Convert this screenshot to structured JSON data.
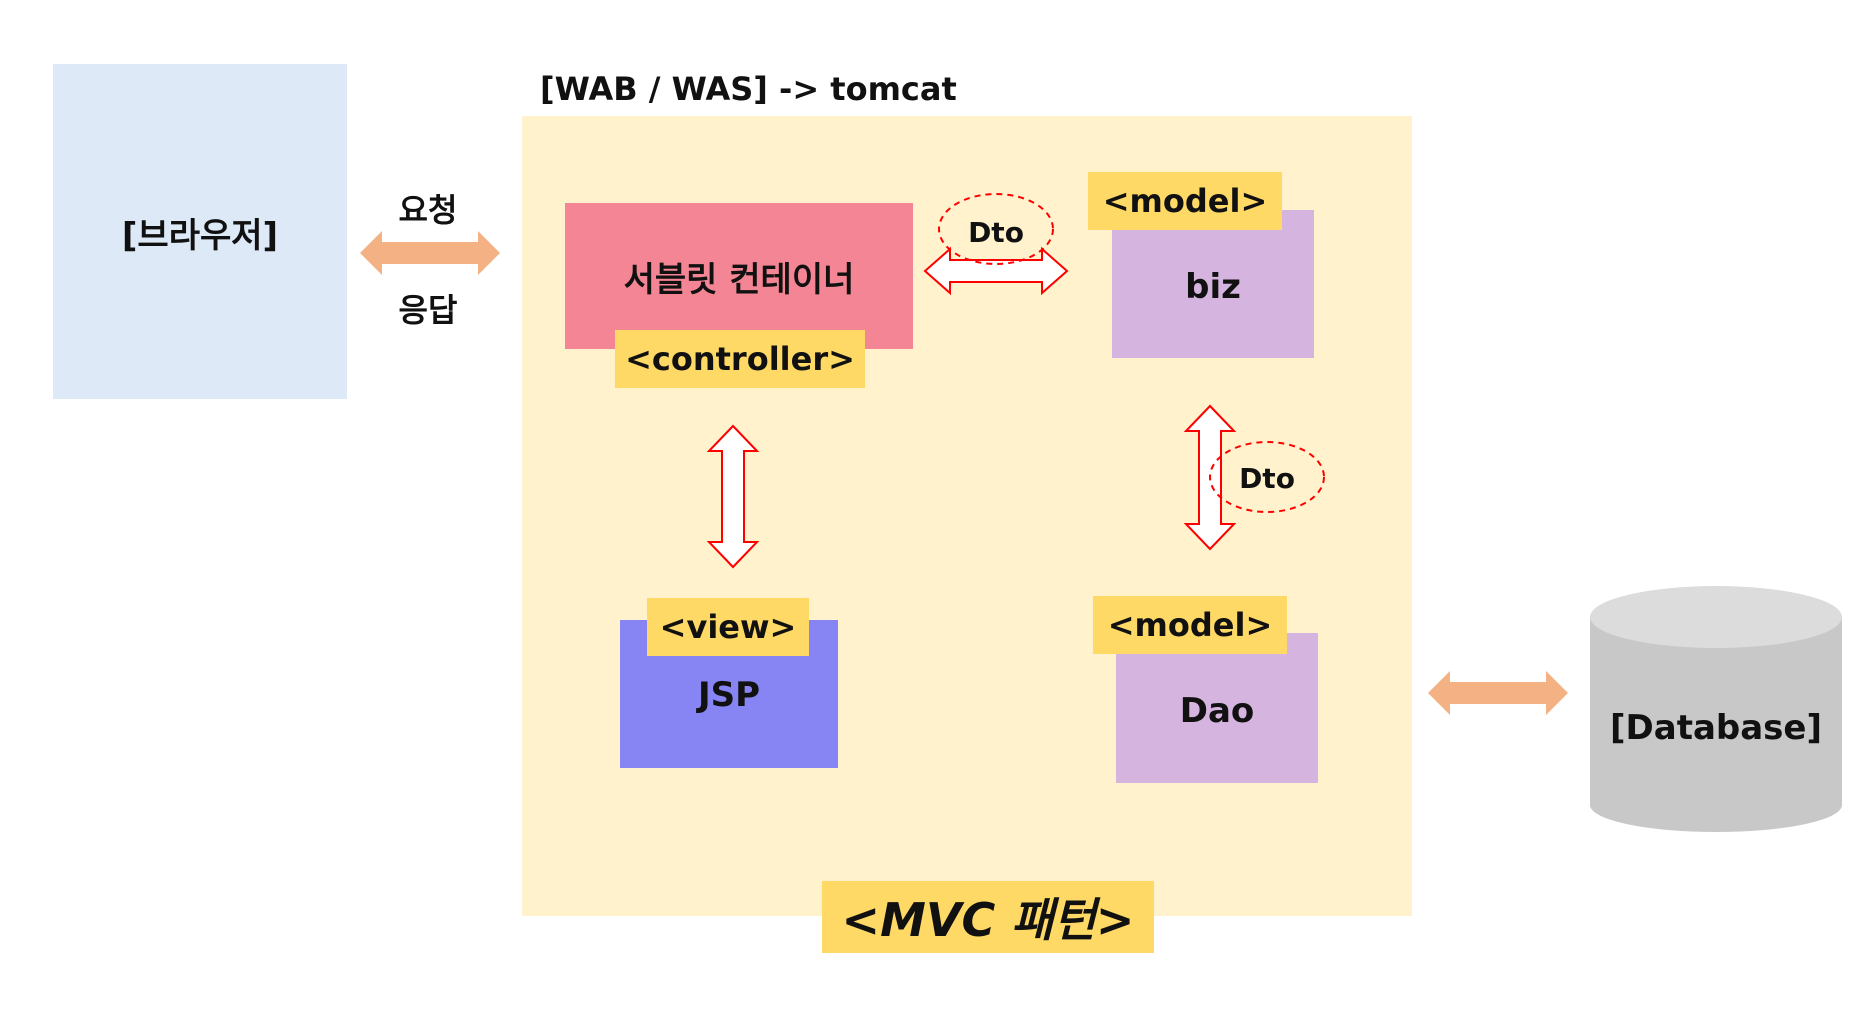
{
  "browser": {
    "label": "[브라우저]"
  },
  "request_label": "요청",
  "response_label": "응답",
  "container": {
    "title": "[WAB / WAS]  ->  tomcat"
  },
  "controller": {
    "name": "서블릿 컨테이너",
    "tag": "<controller>"
  },
  "biz": {
    "name": "biz",
    "tag": "<model>"
  },
  "dao": {
    "name": "Dao",
    "tag": "<model>"
  },
  "view": {
    "name": "JSP",
    "tag": "<view>"
  },
  "dto_top": "Dto",
  "dto_right": "Dto",
  "database": {
    "label": "[Database]"
  },
  "footer": {
    "title": "<MVC 패턴>"
  },
  "colors": {
    "browser_bg": "#dde9f6",
    "container_bg": "#fff2cc",
    "controller_bg": "#f48594",
    "model_bg": "#d6b4e0",
    "view_bg": "#8785f3",
    "tag_bg": "#ffd966",
    "db_body": "#c8c8c8",
    "db_top": "#dcdcdc",
    "orange_arrow": "#f4b183",
    "red_arrow": "#ff0000"
  }
}
